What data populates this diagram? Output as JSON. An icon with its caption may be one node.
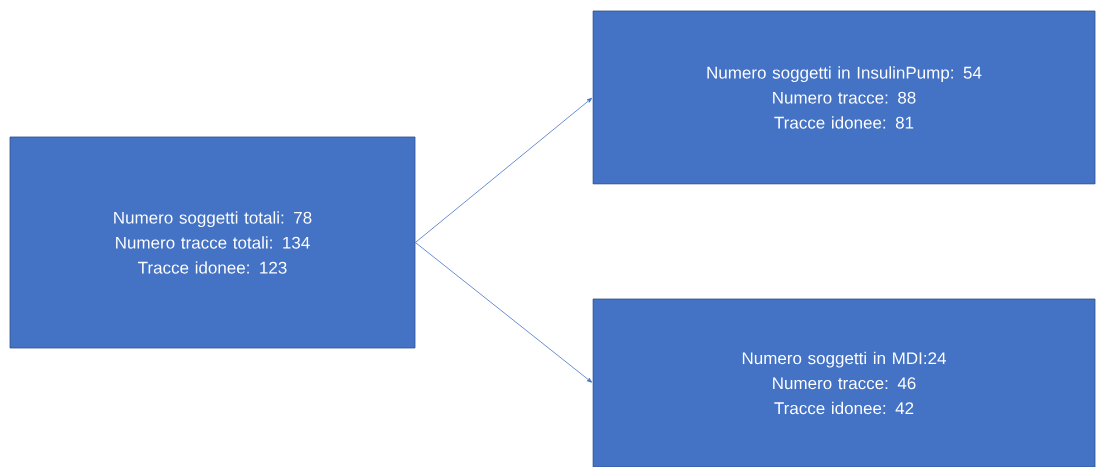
{
  "diagram": {
    "nodes": [
      {
        "text": [
          "Numero soggetti totali: 78",
          "Numero tracce totali: 134",
          "Tracce idonee: 123"
        ]
      },
      {
        "text": [
          "Numero soggetti in InsulinPump: 54",
          "Numero tracce: 88",
          "Tracce idonee: 81"
        ]
      },
      {
        "text": [
          "Numero soggetti in MDI:24",
          "Numero tracce: 46",
          "Tracce idonee: 42"
        ]
      }
    ],
    "edges": [
      {
        "from": 0,
        "to": 1,
        "arrow": "to"
      },
      {
        "from": 0,
        "to": 2,
        "arrow": "to"
      }
    ]
  }
}
